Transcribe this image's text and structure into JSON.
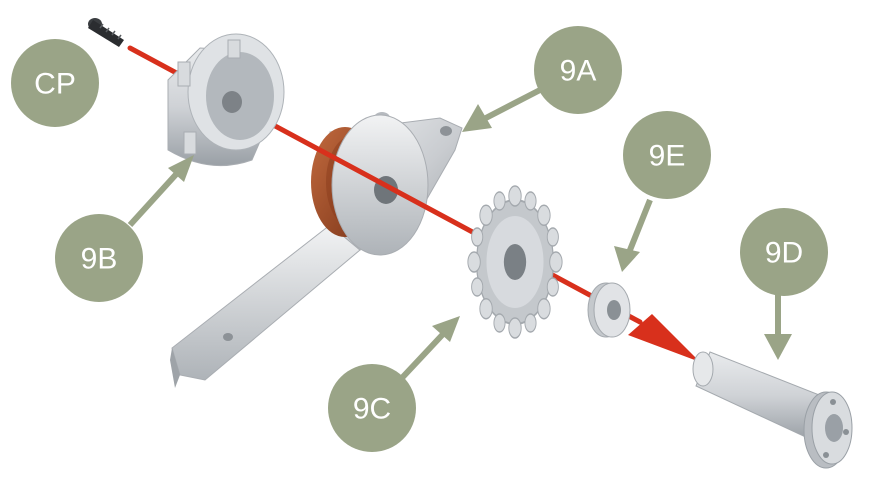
{
  "colors": {
    "label_fill": "#9aa487",
    "label_text": "#ffffff",
    "axis_arrow": "#d8301c",
    "part_metal": "#c9ccd0",
    "part_metal_dark": "#9ea3a8",
    "gasket": "#a8502a"
  },
  "labels": {
    "cp": "CP",
    "9a": "9A",
    "9b": "9B",
    "9c": "9C",
    "9d": "9D",
    "9e": "9E"
  },
  "parts": {
    "cp": "screw-icon",
    "9b": "cylindrical-cap-icon",
    "9a": "arm-plate-icon",
    "9c": "sprocket-icon",
    "9e": "washer-icon",
    "9d": "shaft-icon"
  }
}
